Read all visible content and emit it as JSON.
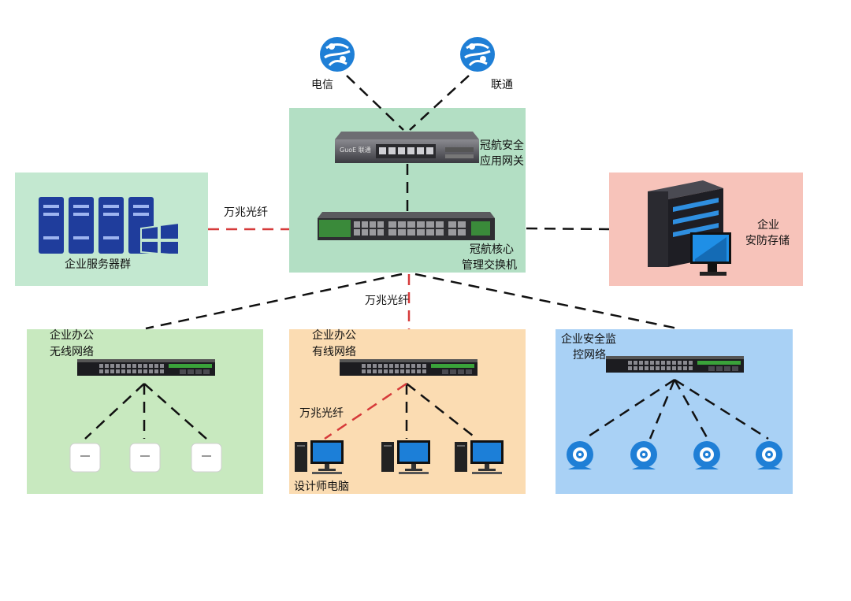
{
  "internet": {
    "isp1": "电信",
    "isp2": "联通"
  },
  "core": {
    "gateway_line1": "冠航安全",
    "gateway_line2": "应用网关",
    "switch_line1": "冠航核心",
    "switch_line2": "管理交换机",
    "gateway_brand": "GuoE 联通"
  },
  "servers": {
    "label": "企业服务器群"
  },
  "storage": {
    "line1": "企业",
    "line2": "安防存储"
  },
  "links": {
    "fiber_left": "万兆光纤",
    "fiber_mid": "万兆光纤",
    "fiber_wired": "万兆光纤"
  },
  "wireless": {
    "line1": "企业办公",
    "line2": "无线网络"
  },
  "wired": {
    "line1": "企业办公",
    "line2": "有线网络",
    "pc_label": "设计师电脑"
  },
  "security": {
    "line1": "企业安全监",
    "line2": "控网络"
  },
  "colors": {
    "core_bg": "#b3dfc4",
    "server_bg": "#c3e8d0",
    "storage_bg": "#f7c3ba",
    "wireless_bg": "#c8e9bf",
    "wired_bg": "#fbdcb2",
    "security_bg": "#a9d1f5",
    "fiber": "#d63a3a",
    "link": "#111111",
    "accent_blue": "#1f6fd1"
  }
}
